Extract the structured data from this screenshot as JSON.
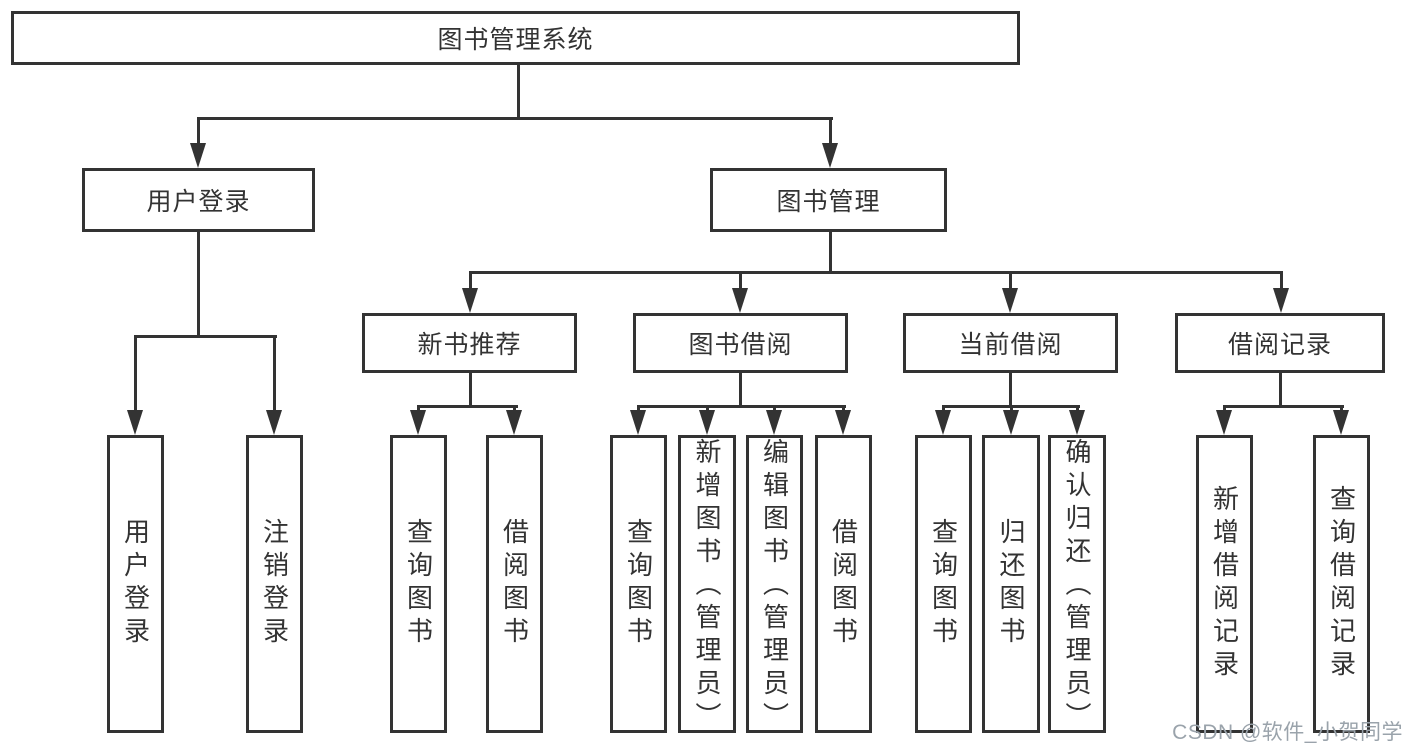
{
  "diagram": {
    "root": {
      "label": "图书管理系统"
    },
    "level2": [
      {
        "label": "用户登录",
        "children": [
          "用户登录",
          "注销登录"
        ]
      },
      {
        "label": "图书管理"
      }
    ],
    "level3": [
      {
        "label": "新书推荐",
        "children": [
          "查询图书",
          "借阅图书"
        ]
      },
      {
        "label": "图书借阅",
        "children": [
          "查询图书",
          "新增图书（管理员）",
          "编辑图书（管理员）",
          "借阅图书"
        ]
      },
      {
        "label": "当前借阅",
        "children": [
          "查询图书",
          "归还图书",
          "确认归还（管理员）"
        ]
      },
      {
        "label": "借阅记录",
        "children": [
          "新增借阅记录",
          "查询借阅记录"
        ]
      }
    ]
  },
  "watermark": {
    "text": "CSDN @软件_小贺同学"
  },
  "colors": {
    "line": "#333333",
    "text": "#333333",
    "background": "#ffffff",
    "watermark": "#9aa3ab"
  }
}
